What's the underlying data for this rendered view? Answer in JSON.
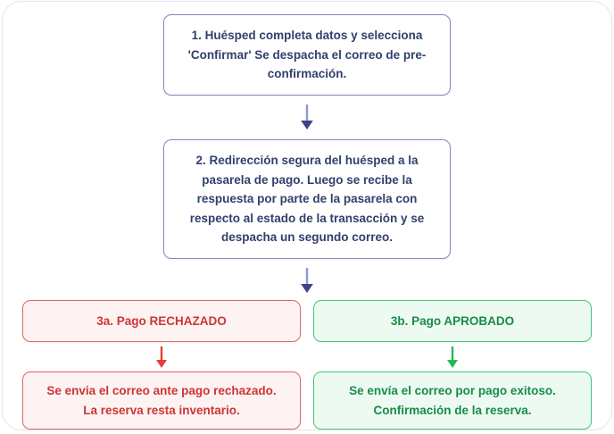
{
  "flowchart": {
    "step1": {
      "text": "1. Huésped completa datos y selecciona 'Confirmar' Se despacha el correo de pre-confirmación."
    },
    "step2": {
      "text": "2. Redirección segura del huésped a la pasarela de pago. Luego se recibe la respuesta por parte de la pasarela con respecto al estado de la transacción y se despacha un segundo correo."
    },
    "branch_rejected": {
      "label": "3a. Pago RECHAZADO",
      "description": "Se envia el correo ante pago rechazado. La reserva resta inventario."
    },
    "branch_approved": {
      "label": "3b. Pago APROBADO",
      "description": "Se envía el correo por pago exitoso. Confirmación de la reserva."
    }
  },
  "colors": {
    "step_border": "#8a84ba",
    "step_text": "#32406d",
    "arrow_shaft": "#9099d2",
    "arrow_head": "#453e86",
    "rejected_border": "#e46262",
    "rejected_bg": "#fdf3f3",
    "rejected_text": "#cf3434",
    "rejected_arrow": "#e53e3e",
    "approved_border": "#45c67d",
    "approved_bg": "#edfaf2",
    "approved_text": "#178c48",
    "approved_arrow": "#22ba58"
  }
}
